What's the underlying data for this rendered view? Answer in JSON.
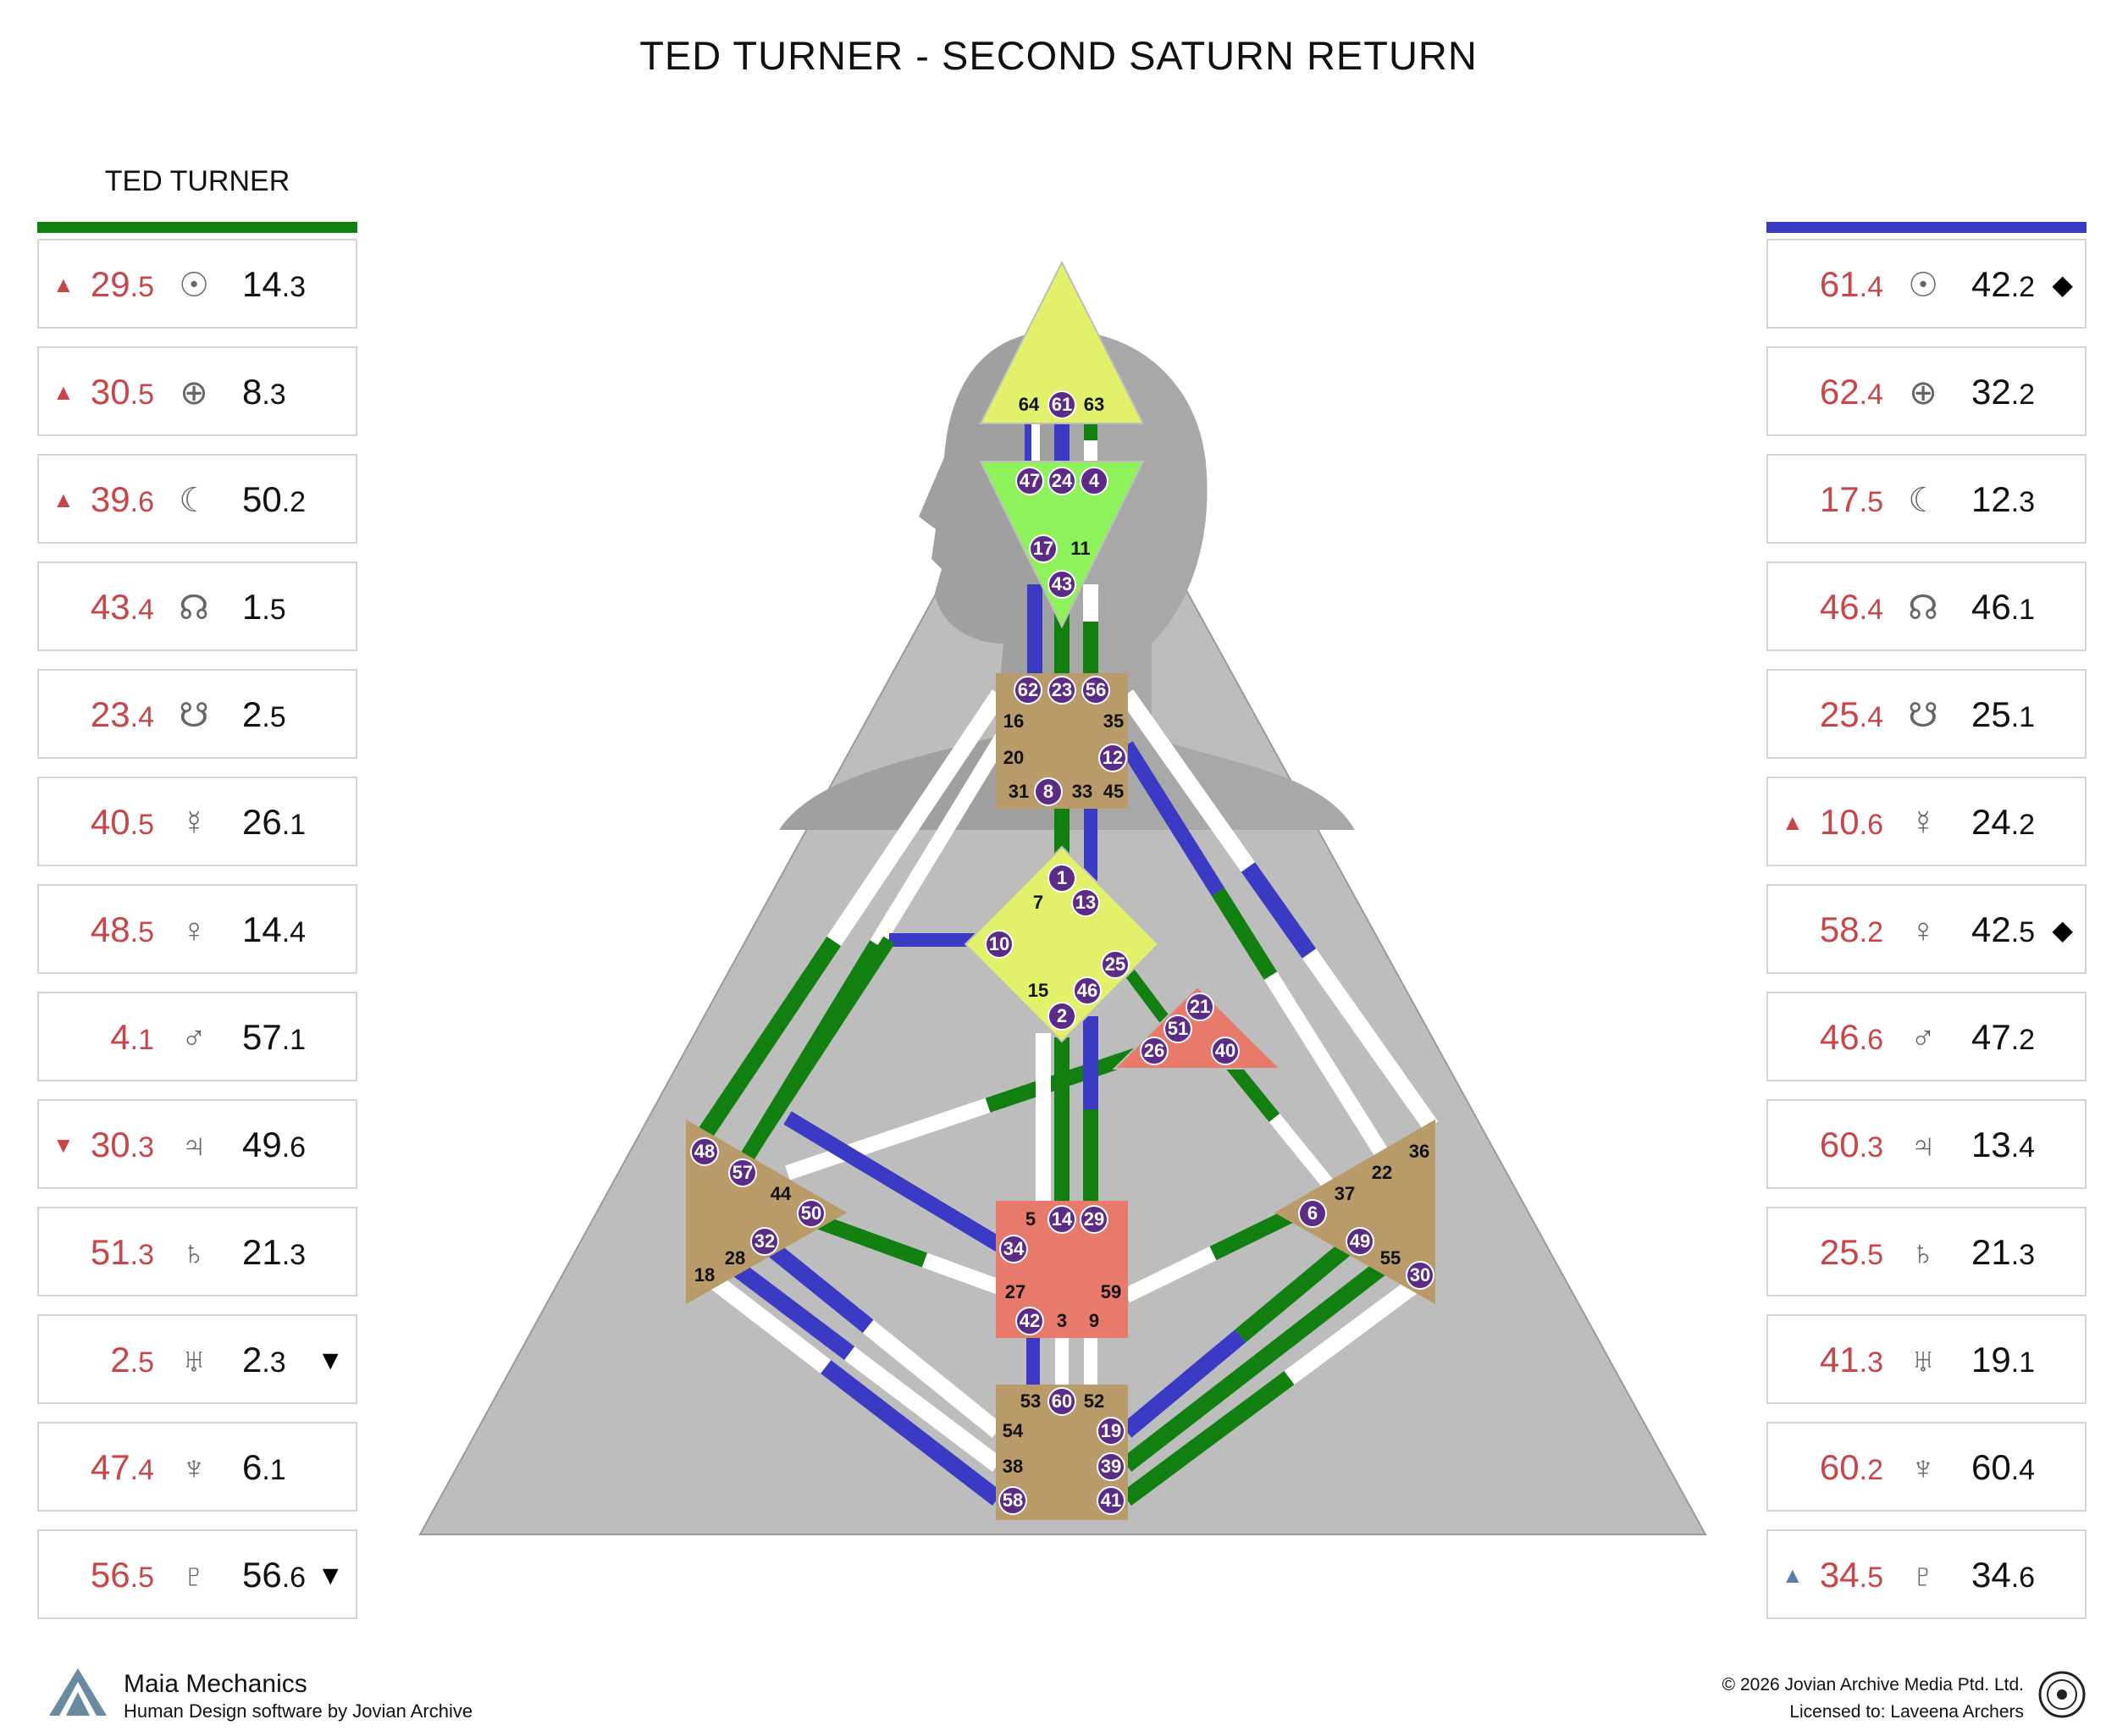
{
  "title": "TED TURNER - SECOND SATURN RETURN",
  "left_column_title": "TED TURNER",
  "colors": {
    "design": "#118011",
    "personality": "#3a3ac4",
    "design_text": "#c8464a",
    "gate_dot": "#5c2b86"
  },
  "left_rows": [
    {
      "planet": "sun",
      "glyph": "☉",
      "design_main": "29",
      "design_sub": ".5",
      "pers_main": "14",
      "pers_sub": ".3",
      "pre_arrow": "▲",
      "post": ""
    },
    {
      "planet": "earth",
      "glyph": "⊕",
      "design_main": "30",
      "design_sub": ".5",
      "pers_main": "8",
      "pers_sub": ".3",
      "pre_arrow": "▲",
      "post": ""
    },
    {
      "planet": "moon",
      "glyph": "☾",
      "design_main": "39",
      "design_sub": ".6",
      "pers_main": "50",
      "pers_sub": ".2",
      "pre_arrow": "▲",
      "post": ""
    },
    {
      "planet": "north-node",
      "glyph": "☊",
      "design_main": "43",
      "design_sub": ".4",
      "pers_main": "1",
      "pers_sub": ".5",
      "pre_arrow": "",
      "post": ""
    },
    {
      "planet": "south-node",
      "glyph": "☋",
      "design_main": "23",
      "design_sub": ".4",
      "pers_main": "2",
      "pers_sub": ".5",
      "pre_arrow": "",
      "post": ""
    },
    {
      "planet": "mercury",
      "glyph": "☿",
      "design_main": "40",
      "design_sub": ".5",
      "pers_main": "26",
      "pers_sub": ".1",
      "pre_arrow": "",
      "post": ""
    },
    {
      "planet": "venus",
      "glyph": "♀",
      "design_main": "48",
      "design_sub": ".5",
      "pers_main": "14",
      "pers_sub": ".4",
      "pre_arrow": "",
      "post": ""
    },
    {
      "planet": "mars",
      "glyph": "♂",
      "design_main": "4",
      "design_sub": ".1",
      "pers_main": "57",
      "pers_sub": ".1",
      "pre_arrow": "",
      "post": ""
    },
    {
      "planet": "jupiter",
      "glyph": "♃",
      "design_main": "30",
      "design_sub": ".3",
      "pers_main": "49",
      "pers_sub": ".6",
      "pre_arrow": "▼",
      "post": ""
    },
    {
      "planet": "saturn",
      "glyph": "♄",
      "design_main": "51",
      "design_sub": ".3",
      "pers_main": "21",
      "pers_sub": ".3",
      "pre_arrow": "",
      "post": ""
    },
    {
      "planet": "uranus",
      "glyph": "♅",
      "design_main": "2",
      "design_sub": ".5",
      "pers_main": "2",
      "pers_sub": ".3",
      "pre_arrow": "",
      "post": "▼"
    },
    {
      "planet": "neptune",
      "glyph": "♆",
      "design_main": "47",
      "design_sub": ".4",
      "pers_main": "6",
      "pers_sub": ".1",
      "pre_arrow": "",
      "post": ""
    },
    {
      "planet": "pluto",
      "glyph": "♇",
      "design_main": "56",
      "design_sub": ".5",
      "pers_main": "56",
      "pers_sub": ".6",
      "pre_arrow": "",
      "post": "▼"
    }
  ],
  "right_rows": [
    {
      "planet": "sun",
      "glyph": "☉",
      "design_main": "61",
      "design_sub": ".4",
      "pers_main": "42",
      "pers_sub": ".2",
      "pre_arrow": "",
      "post": "◆"
    },
    {
      "planet": "earth",
      "glyph": "⊕",
      "design_main": "62",
      "design_sub": ".4",
      "pers_main": "32",
      "pers_sub": ".2",
      "pre_arrow": "",
      "post": ""
    },
    {
      "planet": "moon",
      "glyph": "☾",
      "design_main": "17",
      "design_sub": ".5",
      "pers_main": "12",
      "pers_sub": ".3",
      "pre_arrow": "",
      "post": ""
    },
    {
      "planet": "north-node",
      "glyph": "☊",
      "design_main": "46",
      "design_sub": ".4",
      "pers_main": "46",
      "pers_sub": ".1",
      "pre_arrow": "",
      "post": ""
    },
    {
      "planet": "south-node",
      "glyph": "☋",
      "design_main": "25",
      "design_sub": ".4",
      "pers_main": "25",
      "pers_sub": ".1",
      "pre_arrow": "",
      "post": ""
    },
    {
      "planet": "mercury",
      "glyph": "☿",
      "design_main": "10",
      "design_sub": ".6",
      "pers_main": "24",
      "pers_sub": ".2",
      "pre_arrow": "▲",
      "post": ""
    },
    {
      "planet": "venus",
      "glyph": "♀",
      "design_main": "58",
      "design_sub": ".2",
      "pers_main": "42",
      "pers_sub": ".5",
      "pre_arrow": "",
      "post": "◆"
    },
    {
      "planet": "mars",
      "glyph": "♂",
      "design_main": "46",
      "design_sub": ".6",
      "pers_main": "47",
      "pers_sub": ".2",
      "pre_arrow": "",
      "post": ""
    },
    {
      "planet": "jupiter",
      "glyph": "♃",
      "design_main": "60",
      "design_sub": ".3",
      "pers_main": "13",
      "pers_sub": ".4",
      "pre_arrow": "",
      "post": ""
    },
    {
      "planet": "saturn",
      "glyph": "♄",
      "design_main": "25",
      "design_sub": ".5",
      "pers_main": "21",
      "pers_sub": ".3",
      "pre_arrow": "",
      "post": ""
    },
    {
      "planet": "uranus",
      "glyph": "♅",
      "design_main": "41",
      "design_sub": ".3",
      "pers_main": "19",
      "pers_sub": ".1",
      "pre_arrow": "",
      "post": ""
    },
    {
      "planet": "neptune",
      "glyph": "♆",
      "design_main": "60",
      "design_sub": ".2",
      "pers_main": "60",
      "pers_sub": ".4",
      "pre_arrow": "",
      "post": ""
    },
    {
      "planet": "pluto",
      "glyph": "♇",
      "design_main": "34",
      "design_sub": ".5",
      "pers_main": "34",
      "pers_sub": ".6",
      "pre_arrow": "▲",
      "post": ""
    }
  ],
  "centers": {
    "head": {
      "gates": [
        "64",
        "61",
        "63"
      ]
    },
    "ajna": {
      "gates": [
        "47",
        "24",
        "4",
        "17",
        "11",
        "43"
      ]
    },
    "throat": {
      "gates": [
        "62",
        "23",
        "56",
        "16",
        "35",
        "20",
        "12",
        "31",
        "8",
        "33",
        "45"
      ]
    },
    "g": {
      "gates": [
        "1",
        "13",
        "7",
        "10",
        "25",
        "15",
        "46",
        "2"
      ]
    },
    "heart": {
      "gates": [
        "21",
        "51",
        "26",
        "40"
      ]
    },
    "spleen": {
      "gates": [
        "48",
        "57",
        "44",
        "50",
        "32",
        "28",
        "18"
      ]
    },
    "sacral": {
      "gates": [
        "5",
        "14",
        "29",
        "34",
        "27",
        "59",
        "42",
        "3",
        "9"
      ]
    },
    "solar_plexus": {
      "gates": [
        "36",
        "22",
        "37",
        "6",
        "49",
        "55",
        "30"
      ]
    },
    "root": {
      "gates": [
        "53",
        "60",
        "52",
        "54",
        "19",
        "38",
        "39",
        "58",
        "41"
      ]
    }
  },
  "footer": {
    "brand": "Maia Mechanics",
    "brand_sub": "Human Design software by Jovian Archive",
    "copyright": "© 2026 Jovian Archive Media Ptd. Ltd.",
    "license": "Licensed to: Laveena Archers"
  }
}
